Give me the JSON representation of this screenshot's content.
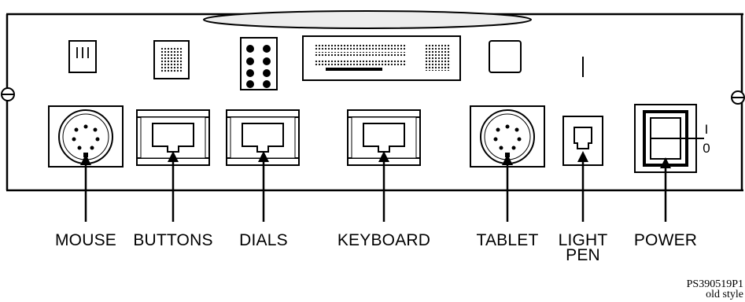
{
  "panel": {
    "labels": {
      "mouse": "MOUSE",
      "buttons": "BUTTONS",
      "dials": "DIALS",
      "keyboard": "KEYBOARD",
      "tablet": "TABLET",
      "light_pen_line1": "LIGHT",
      "light_pen_line2": "PEN",
      "power": "POWER"
    },
    "power_switch": {
      "on_mark": "I",
      "off_mark": "0"
    }
  },
  "reference": {
    "line1": "PS390519P1",
    "line2": "old style"
  }
}
